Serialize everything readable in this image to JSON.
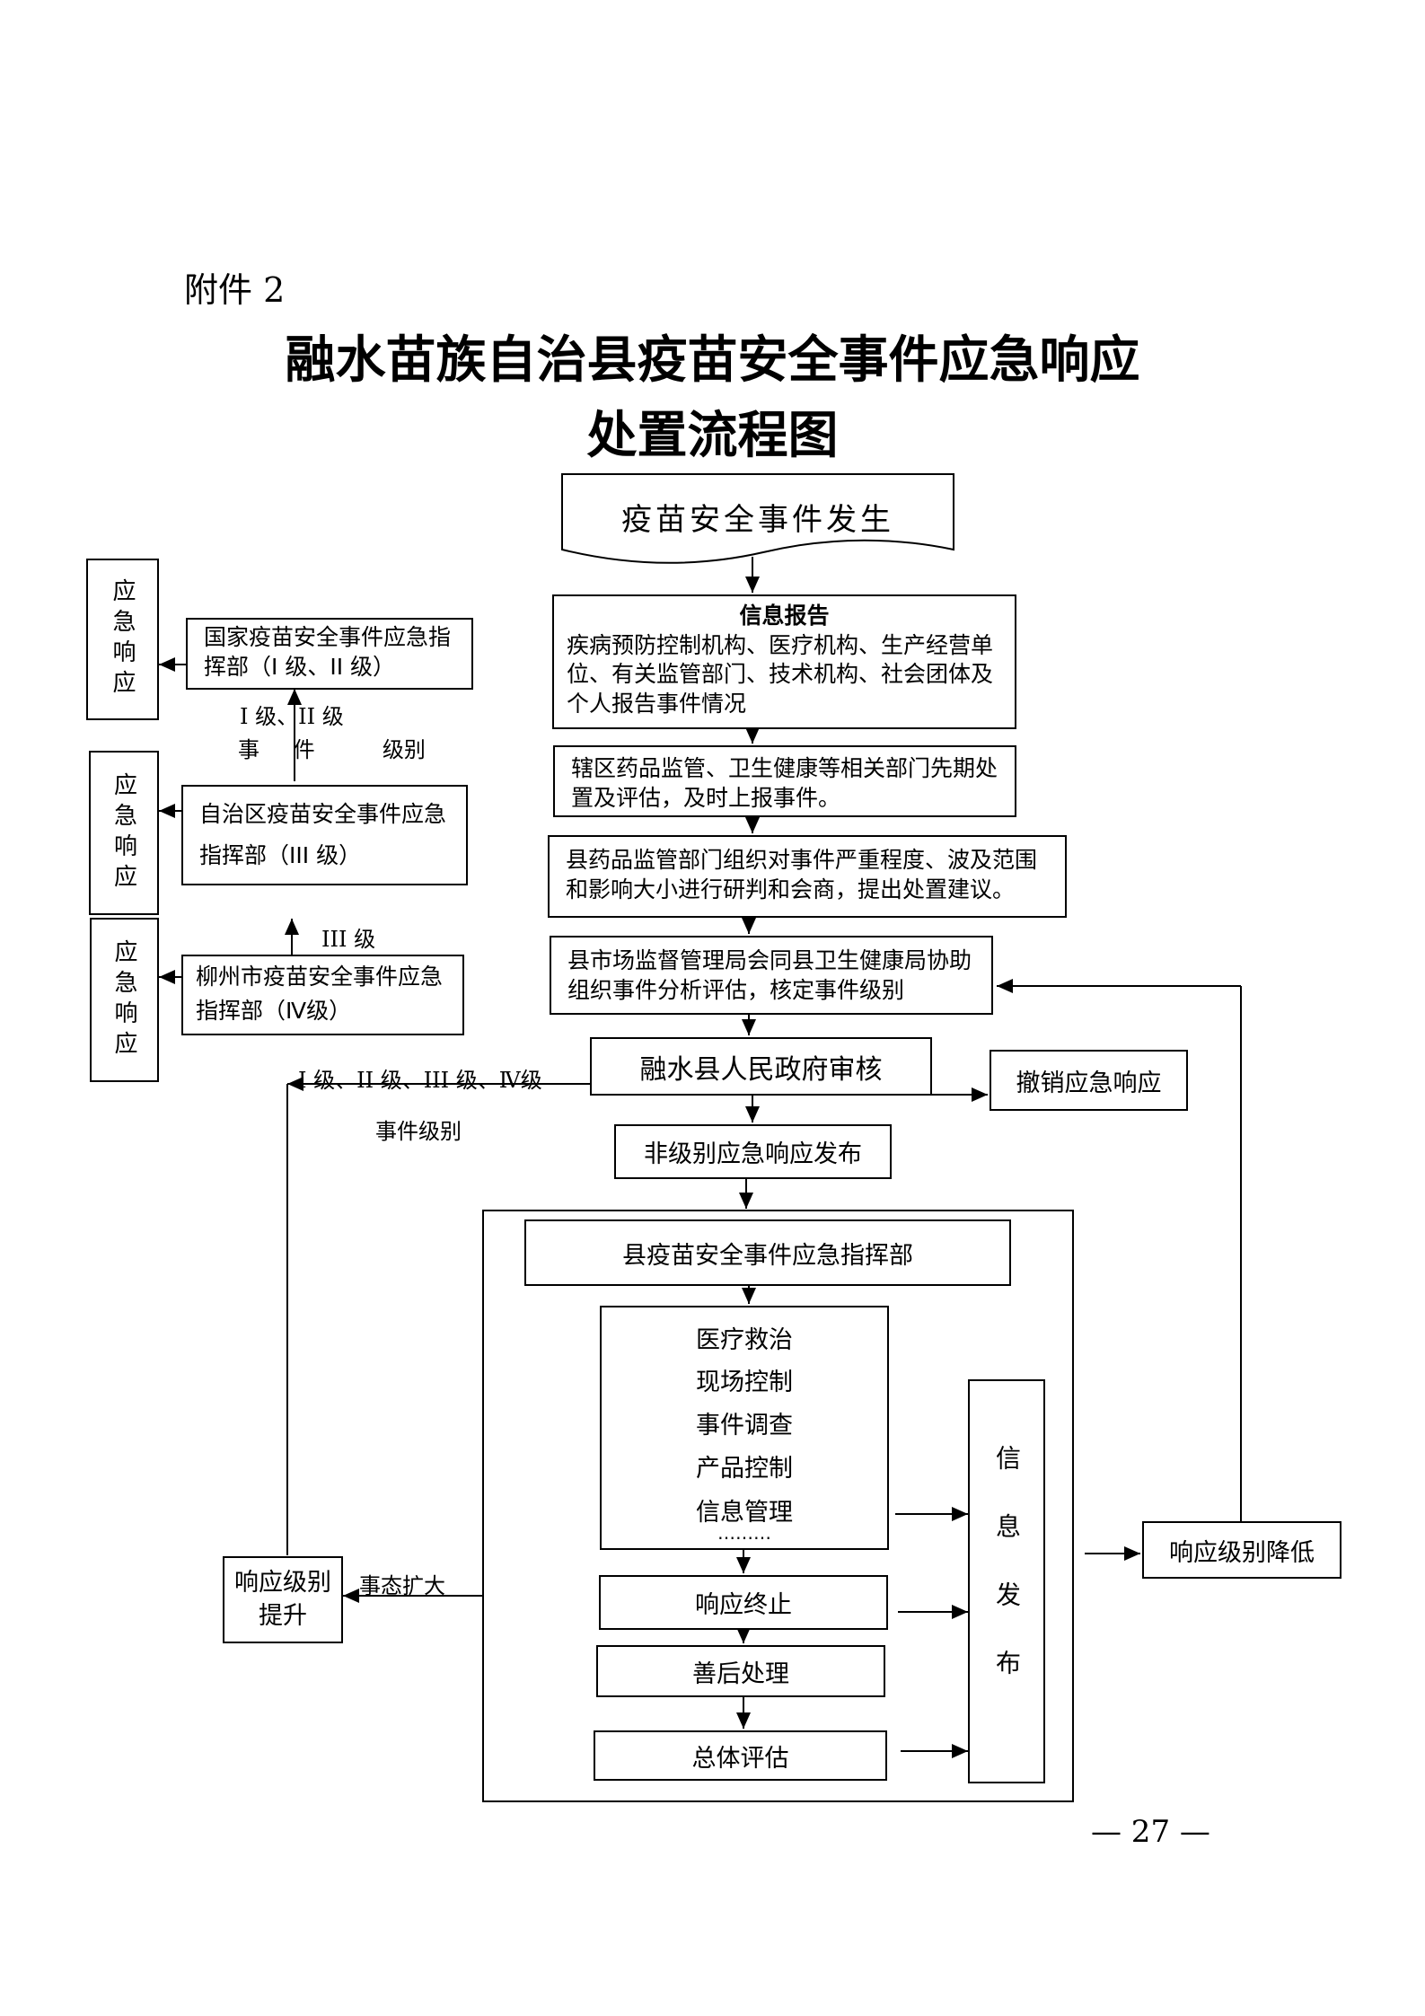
{
  "header": {
    "attachment": "附件 2",
    "title_line1": "融水苗族自治县疫苗安全事件应急响应",
    "title_line2": "处置流程图"
  },
  "nodes": {
    "start": "疫苗安全事件发生",
    "info_report_title": "信息报告",
    "info_report_body": "疾病预防控制机构、医疗机构、生产经营单位、有关监管部门、技术机构、社会团体及个人报告事件情况",
    "prelim": "辖区药品监管、卫生健康等相关部门先期处置及评估，及时上报事件。",
    "county_drug": "县药品监管部门组织对事件严重程度、波及范围和影响大小进行研判和会商，提出处置建议。",
    "county_market": "县市场监督管理局会同县卫生健康局协助组织事件分析评估，核定事件级别",
    "gov_review": "融水县人民政府审核",
    "revoke": "撤销应急响应",
    "nonlevel": "非级别应急响应发布",
    "county_hq": "县疫苗安全事件应急指挥部",
    "tasks": [
      "医疗救治",
      "现场控制",
      "事件调查",
      "产品控制",
      "信息管理"
    ],
    "ellipsis": "………",
    "end_response": "响应终止",
    "aftermath": "善后处理",
    "overall_eval": "总体评估",
    "info_release": "信息发布",
    "level_down": "响应级别降低",
    "level_up": "响应级别提升",
    "national": "国家疫苗安全事件应急指挥部（I 级、II 级）",
    "region": "自治区疫苗安全事件应急指挥部（III 级）",
    "liuzhou": "柳州市疫苗安全事件应急指挥部（Ⅳ级）",
    "respond_1": "应急响应",
    "respond_2": "应急响应",
    "respond_3": "应急响应"
  },
  "labels": {
    "level_1_2": "I 级、II 级",
    "event_level_split": "事 件  级别",
    "level_3": "III 级",
    "all_levels": "I 级、II 级、III 级、Ⅳ级",
    "event_level": "事件级别",
    "escalate": "事态扩大"
  },
  "footer": {
    "page_number": "— 27 —"
  }
}
